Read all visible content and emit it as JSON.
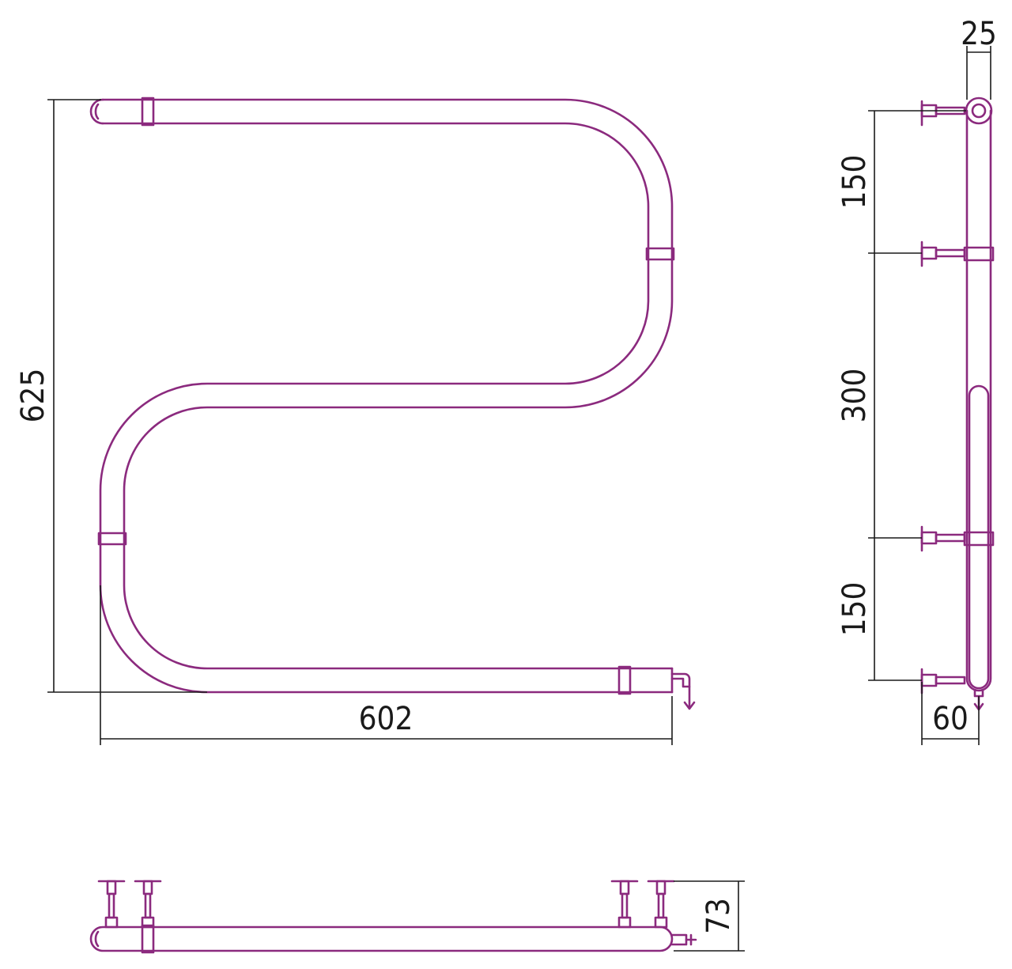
{
  "colors": {
    "pipe": "#8b2a7e",
    "dimension": "#1a1a1a",
    "background": "#ffffff"
  },
  "front_view": {
    "height_label": "625",
    "width_label": "602"
  },
  "side_view": {
    "depth_label": "25",
    "spacing_top_label": "150",
    "spacing_middle_label": "300",
    "spacing_bottom_label": "150",
    "offset_label": "60"
  },
  "top_view": {
    "projection_label": "73"
  }
}
